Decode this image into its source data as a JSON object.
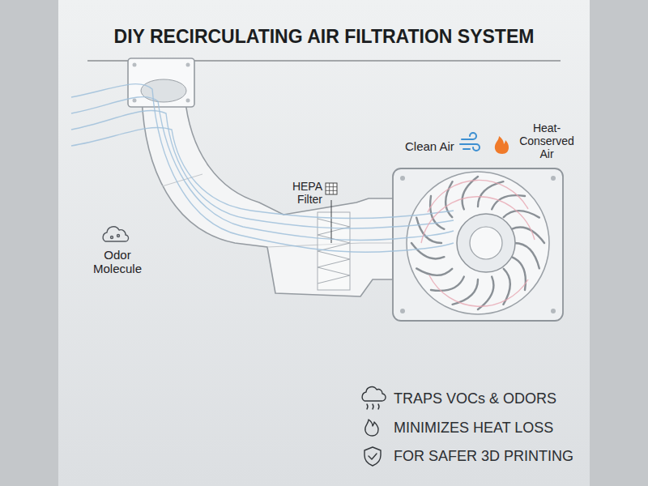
{
  "diagram": {
    "title": "DIY RECIRCULATING AIR FILTRATION SYSTEM",
    "labels": [
      "Odor Molecule",
      "HEPA Filter",
      "Clean Air",
      "Heat-Conserved Air",
      "TRAPS VOCs & ODORS",
      "MINIMIZES HEAT LOSS",
      "FOR SAFER 3D PRINTING"
    ]
  }
}
